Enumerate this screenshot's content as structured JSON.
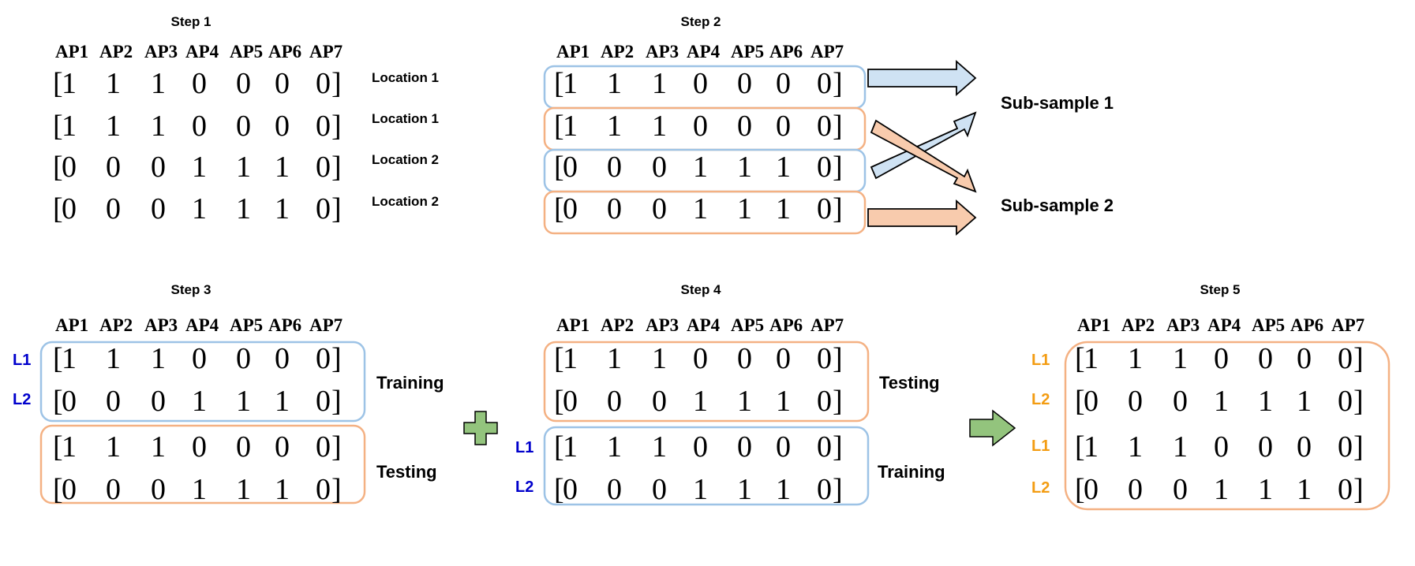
{
  "colors": {
    "blue_box": "#9dc3e6",
    "orange_box": "#f4b183",
    "blue_fill": "#cfe2f3",
    "orange_fill": "#f8cbad",
    "green": "#93c47d",
    "label_blue": "#0000cc",
    "label_orange": "#f39c12"
  },
  "headers": [
    "AP1",
    "AP2",
    "AP3",
    "AP4",
    "AP5",
    "AP6",
    "AP7"
  ],
  "vectors": {
    "loc1": [
      "1",
      "1",
      "1",
      "0",
      "0",
      "0",
      "0"
    ],
    "loc2": [
      "0",
      "0",
      "0",
      "1",
      "1",
      "1",
      "0"
    ]
  },
  "step1": {
    "title": "Step 1",
    "rows": [
      {
        "vector": "loc1",
        "label": "Location 1"
      },
      {
        "vector": "loc1",
        "label": "Location 1"
      },
      {
        "vector": "loc2",
        "label": "Location 2"
      },
      {
        "vector": "loc2",
        "label": "Location 2"
      }
    ]
  },
  "step2": {
    "title": "Step 2",
    "rows": [
      {
        "vector": "loc1",
        "box": "blue"
      },
      {
        "vector": "loc1",
        "box": "orange"
      },
      {
        "vector": "loc2",
        "box": "blue"
      },
      {
        "vector": "loc2",
        "box": "orange"
      }
    ],
    "sub_sample_1": "Sub-sample 1",
    "sub_sample_2": "Sub-sample 2"
  },
  "step3": {
    "title": "Step 3",
    "row_labels": [
      "L1",
      "L2"
    ],
    "training": "Training",
    "testing": "Testing"
  },
  "step4": {
    "title": "Step 4",
    "row_labels": [
      "L1",
      "L2"
    ],
    "training": "Training",
    "testing": "Testing"
  },
  "step5": {
    "title": "Step 5",
    "row_labels": [
      "L1",
      "L2",
      "L1",
      "L2"
    ]
  }
}
